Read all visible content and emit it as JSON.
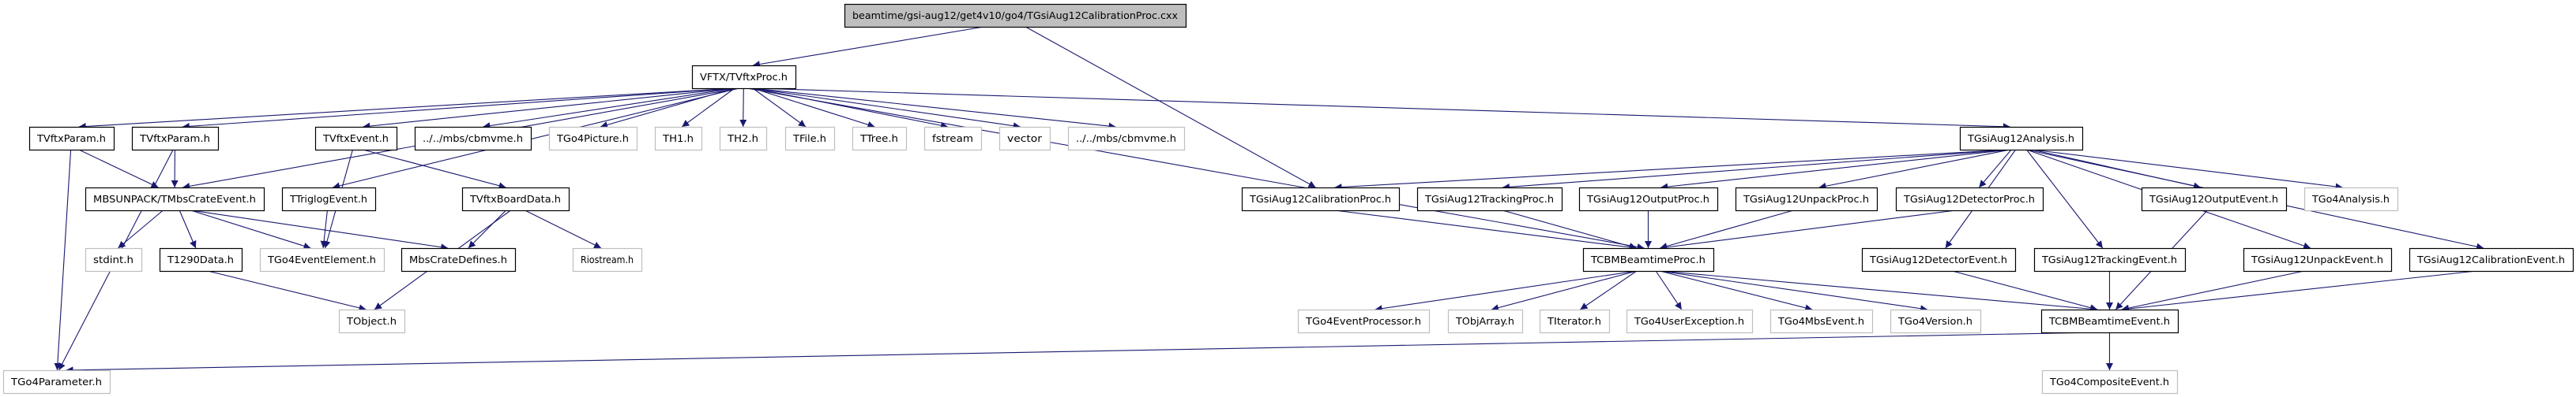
{
  "graph": {
    "type": "include-dependency-graph",
    "colors": {
      "edge": "#191970",
      "documented_border": "#000000",
      "external_border": "#bfbfbf",
      "root_fill": "#bfbfbf"
    },
    "nodes": {
      "root": {
        "label": "beamtime/gsi-aug12/get4v10/go4/TGsiAug12CalibrationProc.cxx",
        "kind": "root"
      },
      "vftxproc": {
        "label": "VFTX/TVftxProc.h",
        "kind": "documented"
      },
      "vftxparam1": {
        "label": "TVftxParam.h",
        "kind": "documented"
      },
      "vftxparam2": {
        "label": "TVftxParam.h",
        "kind": "documented"
      },
      "vftxevent": {
        "label": "TVftxEvent.h",
        "kind": "documented"
      },
      "cbmvme1": {
        "label": "../../mbs/cbmvme.h",
        "kind": "documented"
      },
      "go4picture": {
        "label": "TGo4Picture.h",
        "kind": "external"
      },
      "th1": {
        "label": "TH1.h",
        "kind": "external"
      },
      "th2": {
        "label": "TH2.h",
        "kind": "external"
      },
      "tfile": {
        "label": "TFile.h",
        "kind": "external"
      },
      "ttree": {
        "label": "TTree.h",
        "kind": "external"
      },
      "fstream": {
        "label": "fstream",
        "kind": "external"
      },
      "vector": {
        "label": "vector",
        "kind": "external"
      },
      "cbmvme2": {
        "label": "../../mbs/cbmvme.h",
        "kind": "external"
      },
      "analysis": {
        "label": "TGsiAug12Analysis.h",
        "kind": "documented"
      },
      "mbscrate": {
        "label": "MBSUNPACK/TMbsCrateEvent.h",
        "kind": "documented"
      },
      "triglog": {
        "label": "TTriglogEvent.h",
        "kind": "documented"
      },
      "boarddata": {
        "label": "TVftxBoardData.h",
        "kind": "documented"
      },
      "calibproc": {
        "label": "TGsiAug12CalibrationProc.h",
        "kind": "documented"
      },
      "trackproc": {
        "label": "TGsiAug12TrackingProc.h",
        "kind": "documented"
      },
      "outproc": {
        "label": "TGsiAug12OutputProc.h",
        "kind": "documented"
      },
      "unpackproc": {
        "label": "TGsiAug12UnpackProc.h",
        "kind": "documented"
      },
      "detproc": {
        "label": "TGsiAug12DetectorProc.h",
        "kind": "documented"
      },
      "outevent": {
        "label": "TGsiAug12OutputEvent.h",
        "kind": "documented"
      },
      "go4analysis": {
        "label": "TGo4Analysis.h",
        "kind": "external"
      },
      "stdint": {
        "label": "stdint.h",
        "kind": "external"
      },
      "t1290": {
        "label": "T1290Data.h",
        "kind": "documented"
      },
      "eventelement": {
        "label": "TGo4EventElement.h",
        "kind": "external"
      },
      "mbsdefines": {
        "label": "MbsCrateDefines.h",
        "kind": "documented"
      },
      "riostream": {
        "label": "Riostream.h",
        "kind": "external"
      },
      "beamproc": {
        "label": "TCBMBeamtimeProc.h",
        "kind": "documented"
      },
      "detevent": {
        "label": "TGsiAug12DetectorEvent.h",
        "kind": "documented"
      },
      "trackevent": {
        "label": "TGsiAug12TrackingEvent.h",
        "kind": "documented"
      },
      "unpackevent": {
        "label": "TGsiAug12UnpackEvent.h",
        "kind": "documented"
      },
      "calibevent": {
        "label": "TGsiAug12CalibrationEvent.h",
        "kind": "documented"
      },
      "tobject": {
        "label": "TObject.h",
        "kind": "external"
      },
      "eventproc": {
        "label": "TGo4EventProcessor.h",
        "kind": "external"
      },
      "objarray": {
        "label": "TObjArray.h",
        "kind": "external"
      },
      "iterator": {
        "label": "TIterator.h",
        "kind": "external"
      },
      "userexc": {
        "label": "TGo4UserException.h",
        "kind": "external"
      },
      "mbsevent": {
        "label": "TGo4MbsEvent.h",
        "kind": "external"
      },
      "go4version": {
        "label": "TGo4Version.h",
        "kind": "external"
      },
      "beamevent": {
        "label": "TCBMBeamtimeEvent.h",
        "kind": "documented"
      },
      "go4param": {
        "label": "TGo4Parameter.h",
        "kind": "external"
      },
      "composite": {
        "label": "TGo4CompositeEvent.h",
        "kind": "external"
      }
    },
    "edges": [
      [
        "root",
        "vftxproc"
      ],
      [
        "root",
        "calibproc"
      ],
      [
        "vftxproc",
        "vftxparam1"
      ],
      [
        "vftxproc",
        "vftxparam2"
      ],
      [
        "vftxproc",
        "mbscrate"
      ],
      [
        "vftxproc",
        "triglog"
      ],
      [
        "vftxproc",
        "vftxevent"
      ],
      [
        "vftxproc",
        "cbmvme1"
      ],
      [
        "vftxproc",
        "go4picture"
      ],
      [
        "vftxproc",
        "th1"
      ],
      [
        "vftxproc",
        "th2"
      ],
      [
        "vftxproc",
        "tfile"
      ],
      [
        "vftxproc",
        "ttree"
      ],
      [
        "vftxproc",
        "fstream"
      ],
      [
        "vftxproc",
        "vector"
      ],
      [
        "vftxproc",
        "cbmvme2"
      ],
      [
        "vftxproc",
        "analysis"
      ],
      [
        "vftxproc",
        "beamproc"
      ],
      [
        "vftxparam1",
        "mbscrate"
      ],
      [
        "vftxparam1",
        "go4param"
      ],
      [
        "vftxparam2",
        "mbscrate"
      ],
      [
        "vftxparam2",
        "go4param"
      ],
      [
        "vftxevent",
        "boarddata"
      ],
      [
        "vftxevent",
        "eventelement"
      ],
      [
        "mbscrate",
        "stdint"
      ],
      [
        "mbscrate",
        "t1290"
      ],
      [
        "mbscrate",
        "eventelement"
      ],
      [
        "mbscrate",
        "mbsdefines"
      ],
      [
        "triglog",
        "eventelement"
      ],
      [
        "boarddata",
        "mbsdefines"
      ],
      [
        "boarddata",
        "riostream"
      ],
      [
        "boarddata",
        "tobject"
      ],
      [
        "t1290",
        "tobject"
      ],
      [
        "analysis",
        "calibproc"
      ],
      [
        "analysis",
        "trackproc"
      ],
      [
        "analysis",
        "outproc"
      ],
      [
        "analysis",
        "unpackproc"
      ],
      [
        "analysis",
        "detproc"
      ],
      [
        "analysis",
        "detevent"
      ],
      [
        "analysis",
        "trackevent"
      ],
      [
        "analysis",
        "outevent"
      ],
      [
        "analysis",
        "go4analysis"
      ],
      [
        "analysis",
        "unpackevent"
      ],
      [
        "analysis",
        "calibevent"
      ],
      [
        "calibproc",
        "beamproc"
      ],
      [
        "trackproc",
        "beamproc"
      ],
      [
        "outproc",
        "beamproc"
      ],
      [
        "unpackproc",
        "beamproc"
      ],
      [
        "detproc",
        "beamproc"
      ],
      [
        "beamproc",
        "eventproc"
      ],
      [
        "beamproc",
        "objarray"
      ],
      [
        "beamproc",
        "iterator"
      ],
      [
        "beamproc",
        "userexc"
      ],
      [
        "beamproc",
        "mbsevent"
      ],
      [
        "beamproc",
        "go4version"
      ],
      [
        "beamproc",
        "beamevent"
      ],
      [
        "detevent",
        "beamevent"
      ],
      [
        "trackevent",
        "beamevent"
      ],
      [
        "outevent",
        "beamevent"
      ],
      [
        "unpackevent",
        "beamevent"
      ],
      [
        "calibevent",
        "beamevent"
      ],
      [
        "beamevent",
        "composite"
      ],
      [
        "beamevent",
        "go4param"
      ]
    ]
  }
}
